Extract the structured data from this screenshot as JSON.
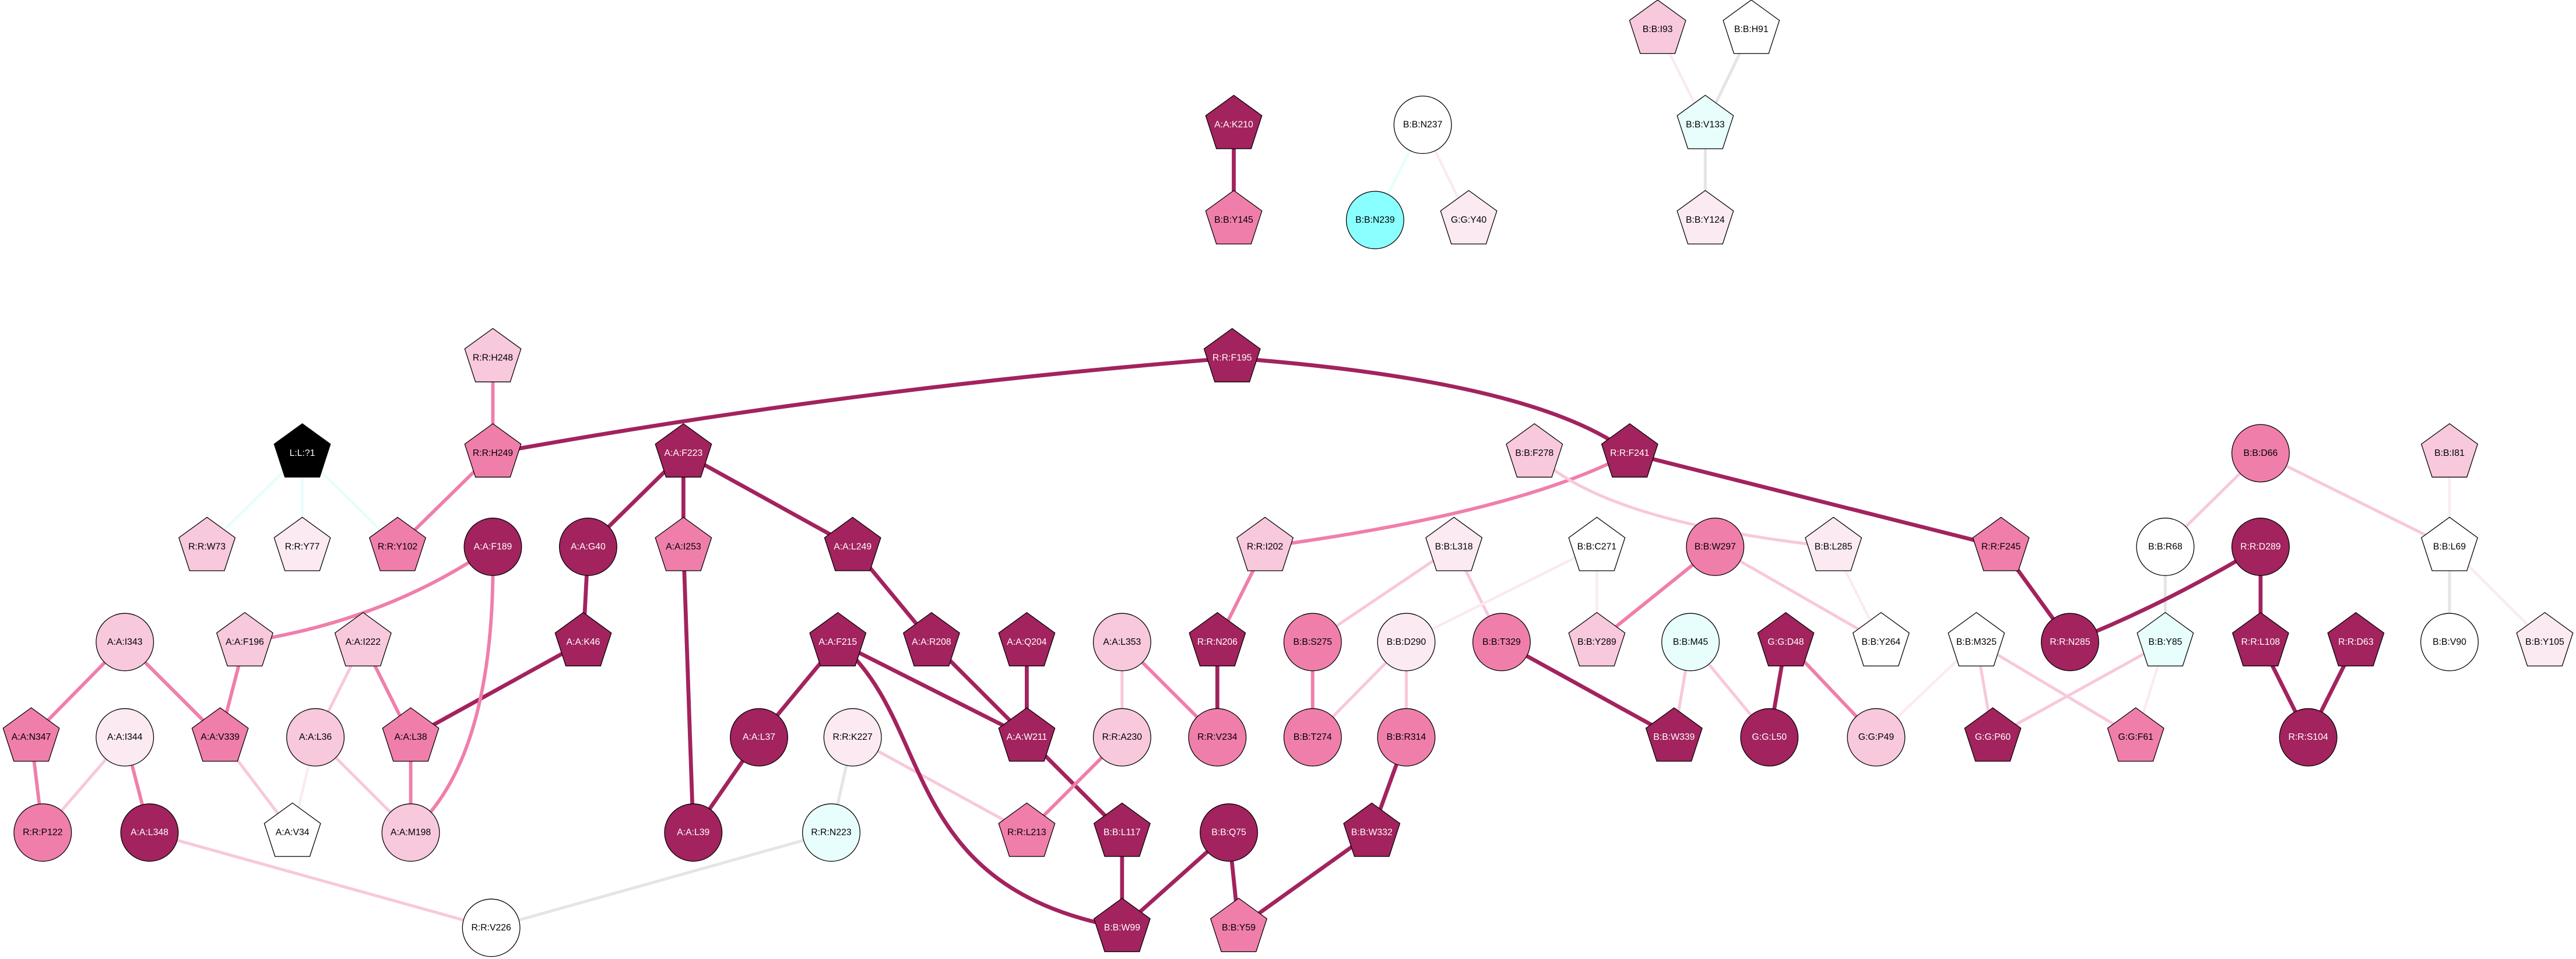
{
  "colors": {
    "dark": "#a2235e",
    "medium": "#f07eab",
    "light": "#f8c8dc",
    "verylight": "#fbeaf2",
    "white": "#ffffff",
    "lightcyan": "#e8fefd",
    "cyan": "#8affff",
    "black": "#000000",
    "grey": "#e5e5e5"
  },
  "nodes": [
    {
      "label": "A:A:K210",
      "shape": "pentagon",
      "fill": "dark"
    },
    {
      "label": "B:B:Y145",
      "shape": "pentagon",
      "fill": "medium"
    },
    {
      "label": "B:B:N237",
      "shape": "circle",
      "fill": "white"
    },
    {
      "label": "B:B:N239",
      "shape": "circle",
      "fill": "cyan"
    },
    {
      "label": "G:G:Y40",
      "shape": "pentagon",
      "fill": "verylight"
    },
    {
      "label": "B:B:I93",
      "shape": "pentagon",
      "fill": "light"
    },
    {
      "label": "B:B:H91",
      "shape": "pentagon",
      "fill": "white"
    },
    {
      "label": "B:B:V133",
      "shape": "pentagon",
      "fill": "lightcyan"
    },
    {
      "label": "B:B:Y124",
      "shape": "pentagon",
      "fill": "verylight"
    },
    {
      "label": "R:R:H248",
      "shape": "pentagon",
      "fill": "light"
    },
    {
      "label": "R:R:H249",
      "shape": "pentagon",
      "fill": "medium"
    },
    {
      "label": "L:L:?1",
      "shape": "pentagon",
      "fill": "black"
    },
    {
      "label": "R:R:W73",
      "shape": "pentagon",
      "fill": "light"
    },
    {
      "label": "R:R:Y77",
      "shape": "pentagon",
      "fill": "verylight"
    },
    {
      "label": "R:R:Y102",
      "shape": "pentagon",
      "fill": "medium"
    },
    {
      "label": "A:A:F189",
      "shape": "circle",
      "fill": "dark"
    },
    {
      "label": "A:A:G40",
      "shape": "circle",
      "fill": "dark"
    },
    {
      "label": "A:A:K46",
      "shape": "pentagon",
      "fill": "dark"
    },
    {
      "label": "A:A:I343",
      "shape": "circle",
      "fill": "light"
    },
    {
      "label": "A:A:F196",
      "shape": "pentagon",
      "fill": "light"
    },
    {
      "label": "A:A:I222",
      "shape": "pentagon",
      "fill": "light"
    },
    {
      "label": "A:A:N347",
      "shape": "pentagon",
      "fill": "medium"
    },
    {
      "label": "A:A:I344",
      "shape": "circle",
      "fill": "verylight"
    },
    {
      "label": "A:A:V339",
      "shape": "pentagon",
      "fill": "medium"
    },
    {
      "label": "A:A:L36",
      "shape": "circle",
      "fill": "light"
    },
    {
      "label": "A:A:L38",
      "shape": "pentagon",
      "fill": "medium"
    },
    {
      "label": "R:R:P122",
      "shape": "circle",
      "fill": "medium"
    },
    {
      "label": "A:A:L348",
      "shape": "circle",
      "fill": "dark"
    },
    {
      "label": "A:A:V34",
      "shape": "pentagon",
      "fill": "white"
    },
    {
      "label": "A:A:M198",
      "shape": "circle",
      "fill": "light"
    },
    {
      "label": "R:R:V226",
      "shape": "circle",
      "fill": "white"
    },
    {
      "label": "R:R:F195",
      "shape": "pentagon",
      "fill": "dark"
    },
    {
      "label": "A:A:F223",
      "shape": "pentagon",
      "fill": "dark"
    },
    {
      "label": "A:A:I253",
      "shape": "pentagon",
      "fill": "medium"
    },
    {
      "label": "A:A:L249",
      "shape": "pentagon",
      "fill": "dark"
    },
    {
      "label": "R:R:I202",
      "shape": "pentagon",
      "fill": "light"
    },
    {
      "label": "A:A:F215",
      "shape": "pentagon",
      "fill": "dark"
    },
    {
      "label": "A:A:R208",
      "shape": "pentagon",
      "fill": "dark"
    },
    {
      "label": "A:A:Q204",
      "shape": "pentagon",
      "fill": "dark"
    },
    {
      "label": "A:A:L353",
      "shape": "circle",
      "fill": "light"
    },
    {
      "label": "R:R:N206",
      "shape": "pentagon",
      "fill": "dark"
    },
    {
      "label": "A:A:L37",
      "shape": "circle",
      "fill": "dark"
    },
    {
      "label": "R:R:K227",
      "shape": "circle",
      "fill": "verylight"
    },
    {
      "label": "A:A:W211",
      "shape": "pentagon",
      "fill": "dark"
    },
    {
      "label": "R:R:A230",
      "shape": "circle",
      "fill": "light"
    },
    {
      "label": "R:R:V234",
      "shape": "circle",
      "fill": "medium"
    },
    {
      "label": "A:A:L39",
      "shape": "circle",
      "fill": "dark"
    },
    {
      "label": "R:R:N223",
      "shape": "circle",
      "fill": "lightcyan"
    },
    {
      "label": "R:R:L213",
      "shape": "pentagon",
      "fill": "medium"
    },
    {
      "label": "B:B:L117",
      "shape": "pentagon",
      "fill": "dark"
    },
    {
      "label": "B:B:Q75",
      "shape": "circle",
      "fill": "dark"
    },
    {
      "label": "B:B:W99",
      "shape": "pentagon",
      "fill": "dark"
    },
    {
      "label": "B:B:Y59",
      "shape": "pentagon",
      "fill": "medium"
    },
    {
      "label": "B:B:F278",
      "shape": "pentagon",
      "fill": "light"
    },
    {
      "label": "R:R:F241",
      "shape": "pentagon",
      "fill": "dark"
    },
    {
      "label": "B:B:L318",
      "shape": "pentagon",
      "fill": "verylight"
    },
    {
      "label": "B:B:C271",
      "shape": "pentagon",
      "fill": "white"
    },
    {
      "label": "B:B:W297",
      "shape": "circle",
      "fill": "medium"
    },
    {
      "label": "B:B:L285",
      "shape": "pentagon",
      "fill": "verylight"
    },
    {
      "label": "B:B:S275",
      "shape": "circle",
      "fill": "medium"
    },
    {
      "label": "B:B:D290",
      "shape": "circle",
      "fill": "verylight"
    },
    {
      "label": "B:B:T329",
      "shape": "circle",
      "fill": "medium"
    },
    {
      "label": "B:B:Y289",
      "shape": "pentagon",
      "fill": "light"
    },
    {
      "label": "B:B:M45",
      "shape": "circle",
      "fill": "lightcyan"
    },
    {
      "label": "G:G:D48",
      "shape": "pentagon",
      "fill": "dark"
    },
    {
      "label": "B:B:Y264",
      "shape": "pentagon",
      "fill": "white"
    },
    {
      "label": "B:B:T274",
      "shape": "circle",
      "fill": "medium"
    },
    {
      "label": "B:B:R314",
      "shape": "circle",
      "fill": "medium"
    },
    {
      "label": "B:B:W339",
      "shape": "pentagon",
      "fill": "dark"
    },
    {
      "label": "G:G:L50",
      "shape": "circle",
      "fill": "dark"
    },
    {
      "label": "G:G:P49",
      "shape": "circle",
      "fill": "light"
    },
    {
      "label": "B:B:W332",
      "shape": "pentagon",
      "fill": "dark"
    },
    {
      "label": "B:B:D66",
      "shape": "circle",
      "fill": "medium"
    },
    {
      "label": "B:B:I81",
      "shape": "pentagon",
      "fill": "light"
    },
    {
      "label": "R:R:F245",
      "shape": "pentagon",
      "fill": "medium"
    },
    {
      "label": "B:B:R68",
      "shape": "circle",
      "fill": "white"
    },
    {
      "label": "R:R:D289",
      "shape": "circle",
      "fill": "dark"
    },
    {
      "label": "B:B:L69",
      "shape": "pentagon",
      "fill": "white"
    },
    {
      "label": "B:B:M325",
      "shape": "pentagon",
      "fill": "white"
    },
    {
      "label": "R:R:N285",
      "shape": "circle",
      "fill": "dark"
    },
    {
      "label": "B:B:Y85",
      "shape": "pentagon",
      "fill": "lightcyan"
    },
    {
      "label": "R:R:L108",
      "shape": "pentagon",
      "fill": "dark"
    },
    {
      "label": "R:R:D63",
      "shape": "pentagon",
      "fill": "dark"
    },
    {
      "label": "B:B:V90",
      "shape": "circle",
      "fill": "white"
    },
    {
      "label": "B:B:Y105",
      "shape": "pentagon",
      "fill": "verylight"
    },
    {
      "label": "G:G:P60",
      "shape": "pentagon",
      "fill": "dark"
    },
    {
      "label": "G:G:F61",
      "shape": "pentagon",
      "fill": "medium"
    },
    {
      "label": "R:R:S104",
      "shape": "circle",
      "fill": "dark"
    }
  ],
  "edges": [
    [
      "A:A:K210",
      "B:B:Y145",
      "dark"
    ],
    [
      "B:B:N237",
      "B:B:N239",
      "lightcyan"
    ],
    [
      "B:B:N237",
      "G:G:Y40",
      "verylight"
    ],
    [
      "B:B:I93",
      "B:B:V133",
      "verylight"
    ],
    [
      "B:B:H91",
      "B:B:V133",
      "grey"
    ],
    [
      "B:B:V133",
      "B:B:Y124",
      "grey"
    ],
    [
      "R:R:H248",
      "R:R:H249",
      "medium"
    ],
    [
      "R:R:H249",
      "R:R:F195",
      "dark"
    ],
    [
      "R:R:H249",
      "R:R:Y102",
      "medium"
    ],
    [
      "L:L:?1",
      "R:R:W73",
      "lightcyan"
    ],
    [
      "L:L:?1",
      "R:R:Y77",
      "lightcyan"
    ],
    [
      "L:L:?1",
      "R:R:Y102",
      "lightcyan"
    ],
    [
      "R:R:F195",
      "R:R:F241",
      "dark"
    ],
    [
      "R:R:F241",
      "R:R:I202",
      "medium"
    ],
    [
      "R:R:F241",
      "R:R:F245",
      "dark"
    ],
    [
      "B:B:F278",
      "B:B:L285",
      "light"
    ],
    [
      "A:A:F223",
      "A:A:G40",
      "dark"
    ],
    [
      "A:A:F223",
      "A:A:I253",
      "dark"
    ],
    [
      "A:A:F223",
      "A:A:L249",
      "dark"
    ],
    [
      "A:A:G40",
      "A:A:K46",
      "dark"
    ],
    [
      "A:A:K46",
      "A:A:L38",
      "dark"
    ],
    [
      "A:A:I253",
      "A:A:L39",
      "dark"
    ],
    [
      "A:A:L249",
      "A:A:R208",
      "dark"
    ],
    [
      "A:A:F189",
      "A:A:F196",
      "medium"
    ],
    [
      "A:A:F189",
      "A:A:M198",
      "medium"
    ],
    [
      "A:A:I343",
      "A:A:N347",
      "medium"
    ],
    [
      "A:A:I343",
      "A:A:V339",
      "medium"
    ],
    [
      "A:A:F196",
      "A:A:V339",
      "medium"
    ],
    [
      "A:A:I222",
      "A:A:L36",
      "light"
    ],
    [
      "A:A:I222",
      "A:A:L38",
      "medium"
    ],
    [
      "A:A:N347",
      "R:R:P122",
      "medium"
    ],
    [
      "A:A:I344",
      "R:R:P122",
      "light"
    ],
    [
      "A:A:I344",
      "A:A:L348",
      "medium"
    ],
    [
      "A:A:V339",
      "A:A:V34",
      "light"
    ],
    [
      "A:A:L36",
      "A:A:V34",
      "verylight"
    ],
    [
      "A:A:L36",
      "A:A:M198",
      "light"
    ],
    [
      "A:A:L38",
      "A:A:M198",
      "medium"
    ],
    [
      "A:A:L348",
      "R:R:V226",
      "light"
    ],
    [
      "R:R:V226",
      "R:R:N223",
      "grey"
    ],
    [
      "R:R:N223",
      "R:R:K227",
      "grey"
    ],
    [
      "R:R:K227",
      "R:R:L213",
      "light"
    ],
    [
      "A:A:F215",
      "A:A:L37",
      "dark"
    ],
    [
      "A:A:F215",
      "A:A:W211",
      "dark"
    ],
    [
      "A:A:F215",
      "B:B:W99",
      "dark"
    ],
    [
      "A:A:R208",
      "A:A:W211",
      "dark"
    ],
    [
      "A:A:Q204",
      "A:A:W211",
      "dark"
    ],
    [
      "A:A:W211",
      "B:B:L117",
      "dark"
    ],
    [
      "A:A:L37",
      "A:A:L39",
      "dark"
    ],
    [
      "A:A:L353",
      "R:R:A230",
      "light"
    ],
    [
      "A:A:L353",
      "R:R:V234",
      "medium"
    ],
    [
      "R:R:A230",
      "R:R:L213",
      "medium"
    ],
    [
      "R:R:I202",
      "R:R:N206",
      "medium"
    ],
    [
      "R:R:N206",
      "R:R:V234",
      "dark"
    ],
    [
      "B:B:L117",
      "B:B:W99",
      "dark"
    ],
    [
      "B:B:Q75",
      "B:B:W99",
      "dark"
    ],
    [
      "B:B:Q75",
      "B:B:Y59",
      "dark"
    ],
    [
      "B:B:Y59",
      "B:B:W332",
      "dark"
    ],
    [
      "B:B:W332",
      "B:B:R314",
      "dark"
    ],
    [
      "B:B:L318",
      "B:B:S275",
      "light"
    ],
    [
      "B:B:L318",
      "B:B:T329",
      "light"
    ],
    [
      "B:B:C271",
      "B:B:D290",
      "verylight"
    ],
    [
      "B:B:C271",
      "B:B:Y289",
      "verylight"
    ],
    [
      "B:B:W297",
      "B:B:Y289",
      "medium"
    ],
    [
      "B:B:W297",
      "B:B:Y264",
      "light"
    ],
    [
      "B:B:L285",
      "B:B:Y264",
      "verylight"
    ],
    [
      "B:B:S275",
      "B:B:T274",
      "medium"
    ],
    [
      "B:B:D290",
      "B:B:T274",
      "light"
    ],
    [
      "B:B:D290",
      "B:B:R314",
      "light"
    ],
    [
      "B:B:T329",
      "B:B:W339",
      "dark"
    ],
    [
      "B:B:M45",
      "B:B:W339",
      "light"
    ],
    [
      "B:B:M45",
      "G:G:L50",
      "light"
    ],
    [
      "G:G:D48",
      "G:G:L50",
      "dark"
    ],
    [
      "G:G:D48",
      "G:G:P49",
      "medium"
    ],
    [
      "G:G:P49",
      "B:B:M325",
      "verylight"
    ],
    [
      "B:B:M325",
      "G:G:P60",
      "light"
    ],
    [
      "B:B:M325",
      "G:G:F61",
      "light"
    ],
    [
      "B:B:Y85",
      "G:G:P60",
      "light"
    ],
    [
      "B:B:Y85",
      "G:G:F61",
      "verylight"
    ],
    [
      "B:B:R68",
      "B:B:Y85",
      "grey"
    ],
    [
      "B:B:D66",
      "B:B:R68",
      "light"
    ],
    [
      "B:B:D66",
      "B:B:L69",
      "light"
    ],
    [
      "R:R:F245",
      "R:R:N285",
      "dark"
    ],
    [
      "R:R:D289",
      "R:R:N285",
      "dark"
    ],
    [
      "R:R:D289",
      "R:R:L108",
      "dark"
    ],
    [
      "R:R:L108",
      "R:R:S104",
      "dark"
    ],
    [
      "R:R:D63",
      "R:R:S104",
      "dark"
    ],
    [
      "B:B:I81",
      "B:B:L69",
      "verylight"
    ],
    [
      "B:B:L69",
      "B:B:V90",
      "grey"
    ],
    [
      "B:B:L69",
      "B:B:Y105",
      "verylight"
    ]
  ]
}
